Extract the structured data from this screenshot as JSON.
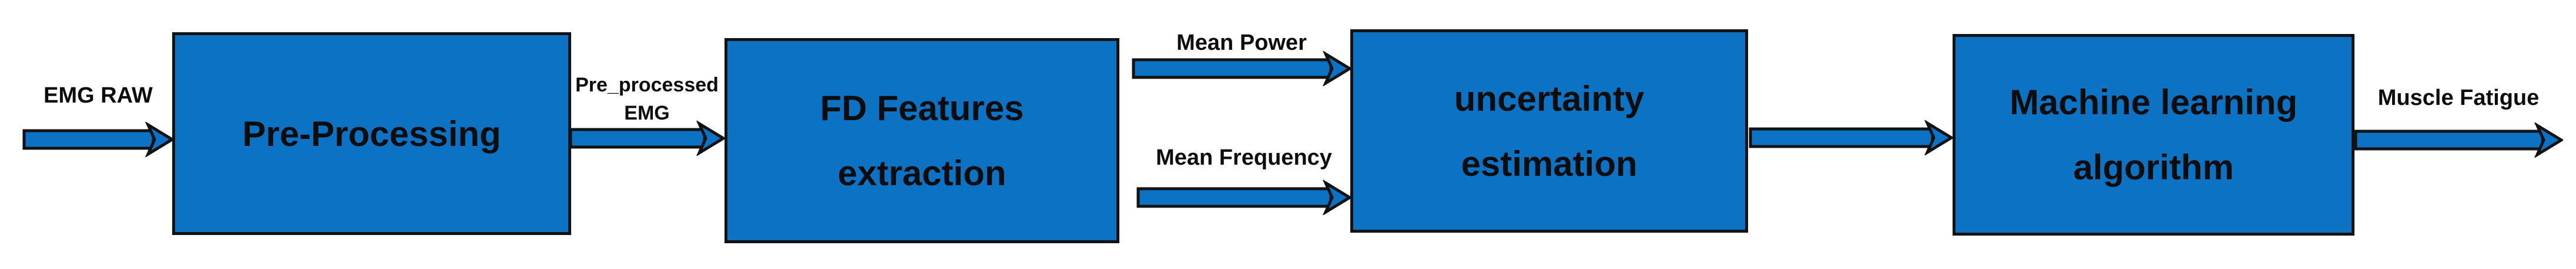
{
  "diagram": {
    "title_semantic": "EMG muscle fatigue estimation pipeline",
    "colors": {
      "box_fill": "#0b72c4",
      "outline": "#121212",
      "text": "#0d0d0d",
      "background": "#ffffff"
    },
    "boxes": [
      {
        "id": "pre-processing",
        "line1": "Pre-Processing",
        "line2": ""
      },
      {
        "id": "fd-features-extraction",
        "line1": "FD Features",
        "line2": "extraction"
      },
      {
        "id": "uncertainty-estimation",
        "line1": "uncertainty",
        "line2": "estimation"
      },
      {
        "id": "machine-learning-algorithm",
        "line1": "Machine learning",
        "line2": "algorithm"
      }
    ],
    "arrow_labels": {
      "input": "EMG RAW",
      "preprocessed_line1": "Pre_processed",
      "preprocessed_line2": "EMG",
      "mean_power": "Mean Power",
      "mean_frequency": "Mean Frequency",
      "output": "Muscle Fatigue"
    }
  }
}
